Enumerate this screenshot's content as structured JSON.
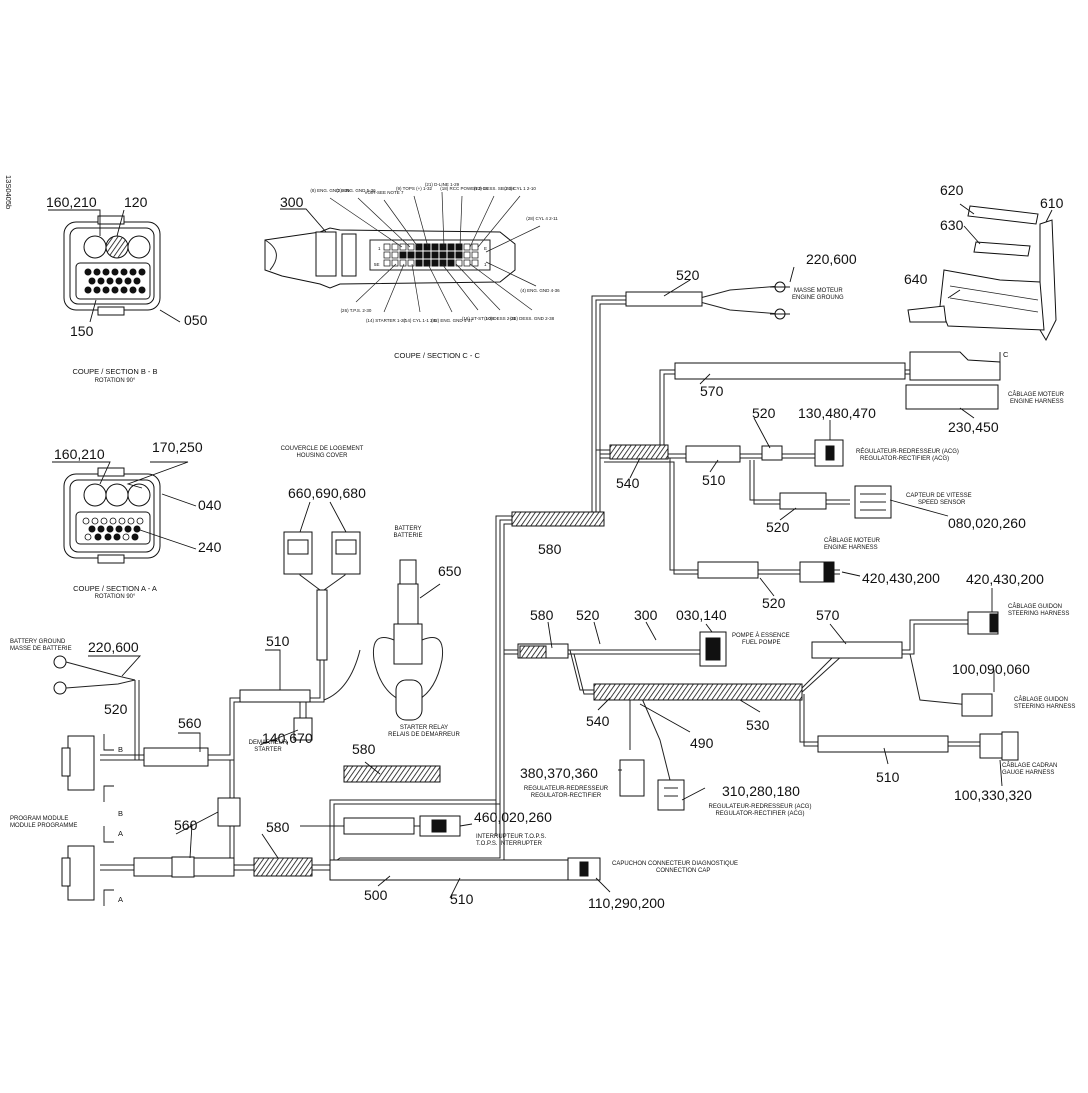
{
  "diagram": {
    "image_code": "13S0405b",
    "sections": {
      "bb": {
        "line1": "COUPE / SECTION B - B",
        "line2": "ROTATION 90°"
      },
      "cc": {
        "line1": "COUPE / SECTION C - C"
      },
      "aa": {
        "line1": "COUPE / SECTION A - A",
        "line2": "ROTATION 90°"
      }
    },
    "pin_labels": {
      "top": [
        "(8) ENG. GND 4-35",
        "(2) ENG. GND 5-36",
        "VOIR-SEE NOTE 7",
        "(9) TOPS (+) 1-32",
        "(21) D-LINE 1-29",
        "(18) RCC POWER 2-14",
        "(22) DESS. SB 2-24",
        "(23) CYL 1 2-10",
        "(28) CYL 4 2-11",
        "(4) ENG. GND 4-36"
      ],
      "bottom": [
        "(26) T.P.S. 2-30",
        "(14) STARTER 1-27",
        "(14) CYL 1-1 2-5",
        "(32) ENG. GND 4-37",
        "(16) ST-ST 1-28",
        "(10) DESS 2-31",
        "(38) DESS. GND 2-38"
      ]
    },
    "pin_marks": [
      "E",
      "1",
      "5E",
      "1"
    ],
    "side_letters": [
      "B",
      "B",
      "A",
      "A",
      "C"
    ],
    "callouts": [
      "160,210",
      "120",
      "150",
      "050",
      "300",
      "160,210",
      "170,250",
      "040",
      "240",
      "660,690,680",
      "510",
      "650",
      "220,600",
      "520",
      "140,670",
      "560",
      "560",
      "580",
      "580",
      "500",
      "510",
      "460,020,260",
      "520",
      "220,600",
      "570",
      "520",
      "130,480,470",
      "540",
      "510",
      "580",
      "520",
      "080,020,260",
      "520",
      "420,430,200",
      "620",
      "610",
      "630",
      "640",
      "230,450",
      "580",
      "520",
      "300",
      "030,140",
      "570",
      "420,430,200",
      "540",
      "490",
      "530",
      "380,370,360",
      "310,280,180",
      "100,090,060",
      "510",
      "100,330,320",
      "110,290,200"
    ],
    "labels": {
      "housing_cover": [
        "COUVERCLE DE LOGEMENT",
        "HOUSING COVER"
      ],
      "battery": [
        "BATTERY",
        "BATTERIE"
      ],
      "starter_relay": [
        "STARTER RELAY",
        "RELAIS DE DEMARREUR"
      ],
      "demarreur": [
        "DEMARREUR",
        "STARTER"
      ],
      "battery_ground": [
        "BATTERY GROUND",
        "MASSE DE BATTERIE"
      ],
      "program_module": [
        "PROGRAM MODULE",
        "MODULE PROGRAMME"
      ],
      "tops": [
        "INTERRUPTEUR T.O.P.S.",
        "T.O.P.S. INTERRUPTER"
      ],
      "diag_cap": [
        "CAPUCHON CONNECTEUR DIAGNOSTIQUE",
        "CONNECTION CAP"
      ],
      "masse_moteur": [
        "MASSE MOTEUR",
        "ENGINE GROUNG"
      ],
      "cablage_moteur_top": [
        "CÂBLAGE MOTEUR",
        "ENGINE HARNESS"
      ],
      "regulateur_acg": [
        "RÉGULATEUR-REDRESSEUR (ACG)",
        "REGULATOR-RECTIFIER (ACG)"
      ],
      "capteur_vitesse": [
        "CAPTEUR DE VITESSE",
        "SPEED SENSOR"
      ],
      "cablage_moteur_mid": [
        "CÂBLAGE MOTEUR",
        "ENGINE HARNESS"
      ],
      "pompe_essence": [
        "POMPE À ESSENCE",
        "FUEL POMPE"
      ],
      "cablage_guidon_1": [
        "CÂBLAGE GUIDON",
        "STEERING HARNESS"
      ],
      "cablage_guidon_2": [
        "CÂBLAGE GUIDON",
        "STEERING HARNESS"
      ],
      "regulateur_left": [
        "REGULATEUR-REDRESSEUR",
        "REGULATOR-RECTIFIER"
      ],
      "regulateur_right": [
        "REGULATEUR-REDRESSEUR (ACG)",
        "REGULATOR-RECTIFIER (ACG)"
      ],
      "cablage_cadran": [
        "CÂBLAGE CADRAN",
        "GAUGE HARNESS"
      ]
    }
  }
}
